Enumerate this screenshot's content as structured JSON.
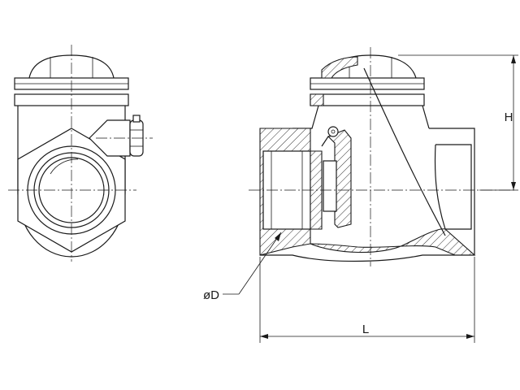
{
  "dimensions": {
    "height_label": "H",
    "length_label": "L",
    "diameter_label": "øD"
  }
}
